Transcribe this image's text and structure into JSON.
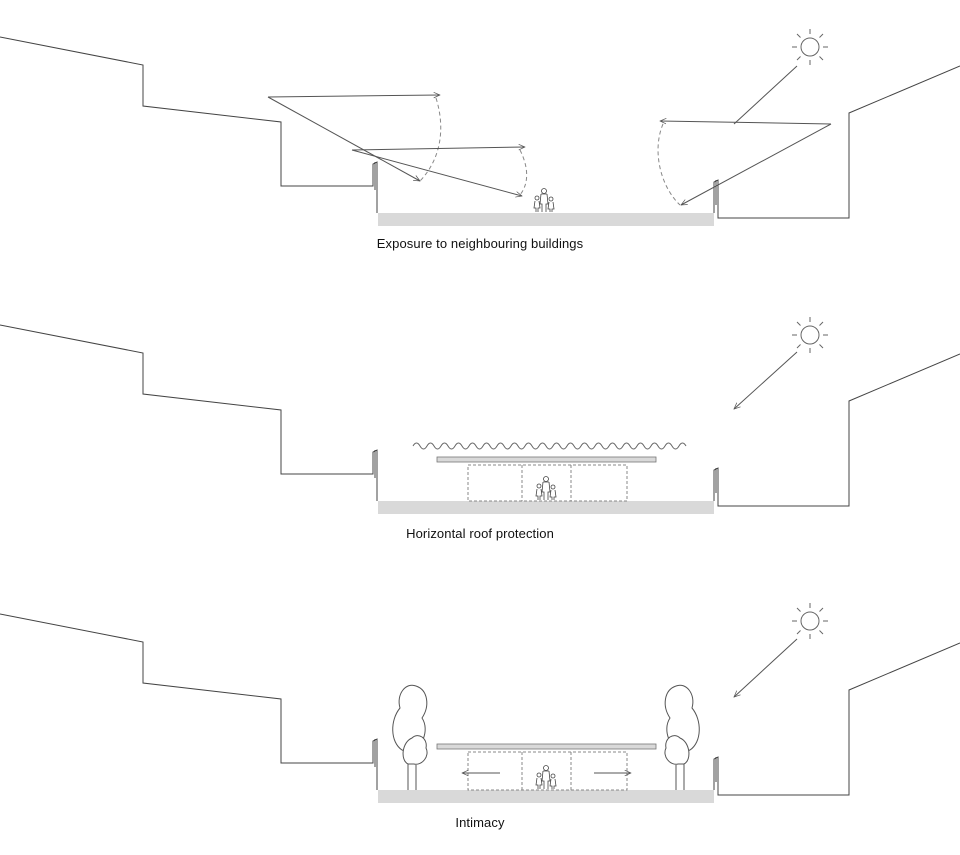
{
  "diagrams": [
    {
      "id": "exposure",
      "caption": "Exposure to neighbouring buildings"
    },
    {
      "id": "roof",
      "caption": "Horizontal roof protection"
    },
    {
      "id": "intimacy",
      "caption": "Intimacy"
    }
  ],
  "colors": {
    "line": "#555555",
    "ground": "#d9d9d9",
    "dash": "#888888",
    "caption": "#111111"
  },
  "icons": {
    "sun": "sun-icon",
    "people": "people-icon",
    "tree": "tree-icon"
  }
}
